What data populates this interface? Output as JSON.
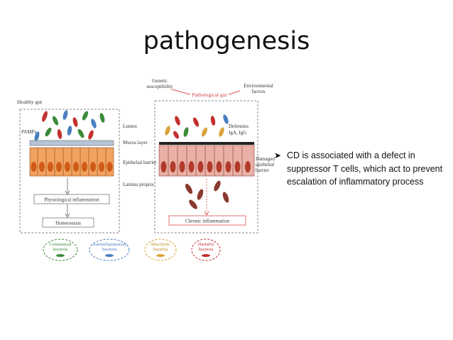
{
  "slide": {
    "title": "pathogenesis",
    "bullet": "CD is associated with a defect in suppressor T cells, which act to prevent escalation of inflammatory process",
    "bullet_marker": "arrow-bullet-icon"
  },
  "figure": {
    "labels": {
      "genetic": "Genetic susceptibility",
      "genetic_1": "Genetic",
      "genetic_2": "susceptibility",
      "environmental_1": "Environmental",
      "environmental_2": "factors",
      "pathological_gut": "Pathological gut",
      "healthy_gut": "Healthy gut",
      "pamps": "PAMPs",
      "lumen": "Lumen",
      "defensins": "Defensins",
      "iga": "IgA, IgG",
      "mucus_layer": "Mucus layer",
      "epithelial_barrier": "Epithelial barrier",
      "damaged_1": "Damaged",
      "damaged_2": "epithelial",
      "damaged_3": "barrier",
      "lamina_propria": "Lamina propria",
      "physiological_inflammation": "Physiological inflammation",
      "homeostasis": "Homeostasis",
      "chronic_inflammation": "Chronic inflammation"
    },
    "legend": [
      {
        "line1": "Commensal",
        "line2": "bacteria",
        "color": "#3a8a3a"
      },
      {
        "line1": "Autoinflammatory",
        "line2": "bacteria",
        "color": "#4a7fc0"
      },
      {
        "line1": "Mucolytic",
        "line2": "bacteria",
        "color": "#d9a43a"
      },
      {
        "line1": "Harmful",
        "line2": "bacteria",
        "color": "#c43030"
      }
    ],
    "colors": {
      "healthy_cell": "#f0a35e",
      "healthy_nucleus": "#d05a18",
      "damaged_cell": "#e8b0a6",
      "damaged_nucleus": "#b23a2a",
      "mucus": "#b5c4d8",
      "arrow": "#e05050"
    }
  }
}
